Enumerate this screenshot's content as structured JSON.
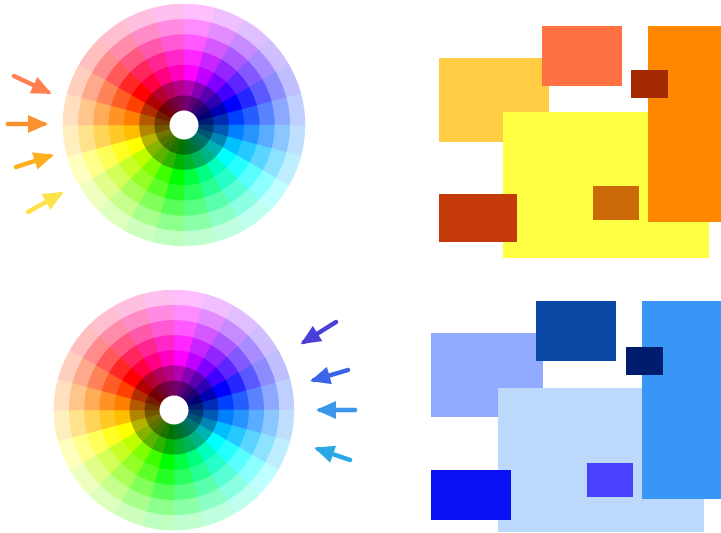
{
  "wheel": {
    "hue_steps": 24,
    "ring_count": 7,
    "ring_tints": [
      0.75,
      0.55,
      0.35,
      0.15,
      0.0,
      0.3,
      0.55
    ],
    "ring_tint_mode": [
      "white",
      "white",
      "white",
      "white",
      "none",
      "black",
      "black"
    ],
    "hue_start_degrees": -90
  },
  "warm_panel": {
    "arrows": [
      {
        "color": "#ff7f50",
        "name": "arrow-coral-icon"
      },
      {
        "color": "#f9922e",
        "name": "arrow-orange-icon"
      },
      {
        "color": "#ffb020",
        "name": "arrow-amber-icon"
      },
      {
        "color": "#fde24a",
        "name": "arrow-yellow-icon"
      }
    ],
    "blocks": [
      {
        "name": "block-gold",
        "color": "#ffcc44"
      },
      {
        "name": "block-coral",
        "color": "#ff7043"
      },
      {
        "name": "block-yellow",
        "color": "#ffff44"
      },
      {
        "name": "block-orange",
        "color": "#ff8800"
      },
      {
        "name": "block-maroon",
        "color": "#a32a00"
      },
      {
        "name": "block-rust",
        "color": "#c43a08"
      },
      {
        "name": "block-bronze",
        "color": "#cc6a0a"
      }
    ]
  },
  "cool_panel": {
    "arrows": [
      {
        "color": "#4a3fd6",
        "name": "arrow-indigo-icon"
      },
      {
        "color": "#3c64e6",
        "name": "arrow-royal-blue-icon"
      },
      {
        "color": "#3c96ea",
        "name": "arrow-blue-icon"
      },
      {
        "color": "#2aa8e6",
        "name": "arrow-sky-icon"
      }
    ],
    "blocks": [
      {
        "name": "block-periwinkle",
        "color": "#8faaff"
      },
      {
        "name": "block-navy",
        "color": "#0a4aa6"
      },
      {
        "name": "block-pale-blue",
        "color": "#bcd8fb"
      },
      {
        "name": "block-azure",
        "color": "#3a96f6"
      },
      {
        "name": "block-midnight",
        "color": "#001c6e"
      },
      {
        "name": "block-blue",
        "color": "#0a10f4"
      },
      {
        "name": "block-violet-blue",
        "color": "#4a40ff"
      }
    ]
  }
}
